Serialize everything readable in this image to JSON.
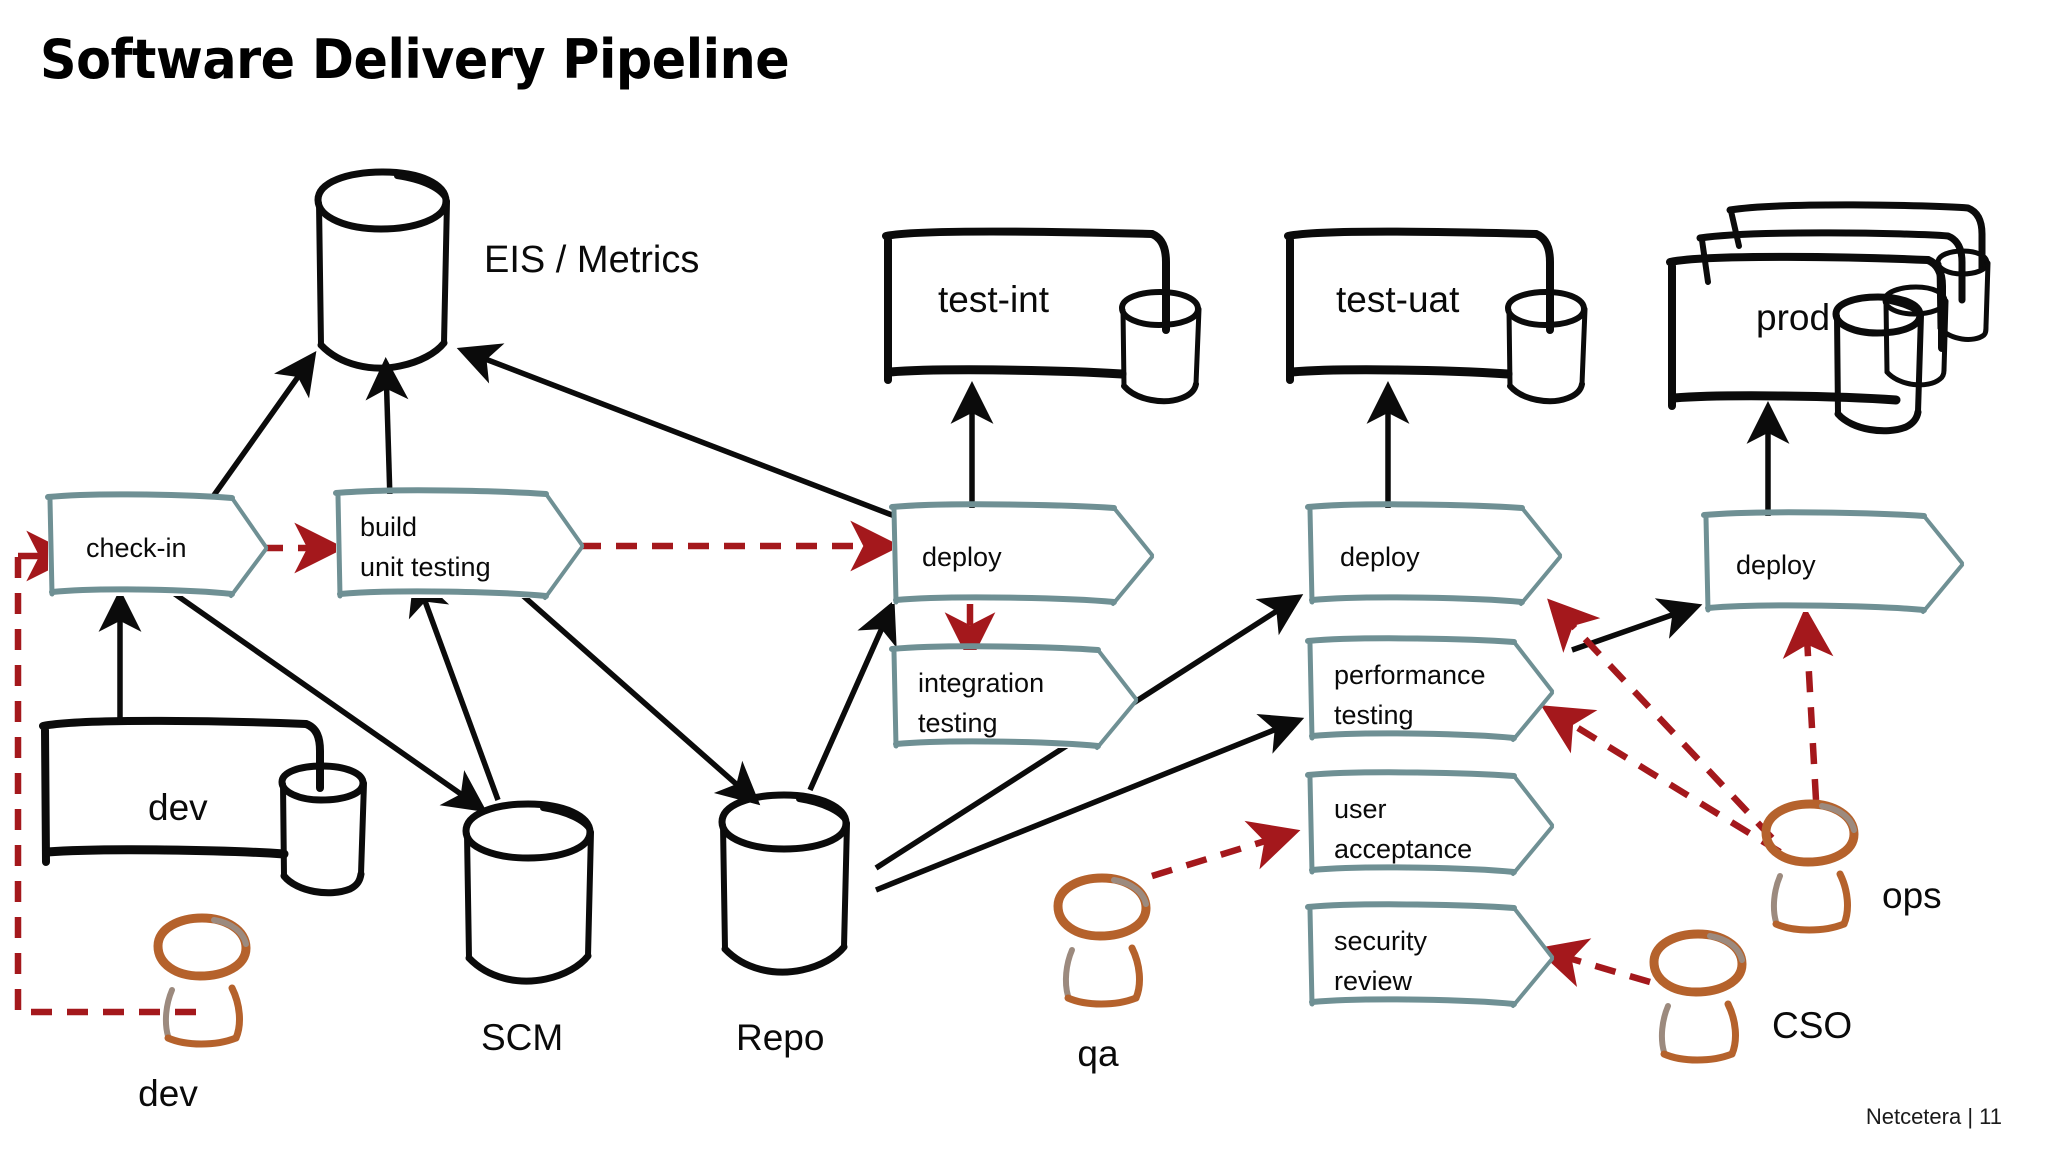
{
  "slide": {
    "title": "Software Delivery Pipeline",
    "footer": "Netcetera | 11",
    "background": "#ffffff"
  },
  "colors": {
    "ink": "#0b0b0b",
    "process_border": "#6f9094",
    "flow_red": "#a4181c",
    "actor": "#b5622c"
  },
  "stores": {
    "eis": "EIS / Metrics",
    "scm": "SCM",
    "repo": "Repo"
  },
  "environments": [
    {
      "name": "dev",
      "label": "dev"
    },
    {
      "name": "test-int",
      "label": "test-int"
    },
    {
      "name": "test-uat",
      "label": "test-uat"
    },
    {
      "name": "prod",
      "label": "prod"
    }
  ],
  "processes": [
    {
      "name": "check-in",
      "line1": "check-in",
      "line2": ""
    },
    {
      "name": "build-unit-testing",
      "line1": "build",
      "line2": "unit testing"
    },
    {
      "name": "deploy-int",
      "line1": "deploy",
      "line2": ""
    },
    {
      "name": "integration-testing",
      "line1": "integration",
      "line2": "testing"
    },
    {
      "name": "deploy-uat",
      "line1": "deploy",
      "line2": ""
    },
    {
      "name": "performance-testing",
      "line1": "performance",
      "line2": "testing"
    },
    {
      "name": "user-acceptance",
      "line1": "user",
      "line2": "acceptance"
    },
    {
      "name": "security-review",
      "line1": "security",
      "line2": "review"
    },
    {
      "name": "deploy-prod",
      "line1": "deploy",
      "line2": ""
    }
  ],
  "actors": [
    {
      "name": "dev",
      "label": "dev"
    },
    {
      "name": "qa",
      "label": "qa"
    },
    {
      "name": "ops",
      "label": "ops"
    },
    {
      "name": "cso",
      "label": "CSO"
    }
  ]
}
